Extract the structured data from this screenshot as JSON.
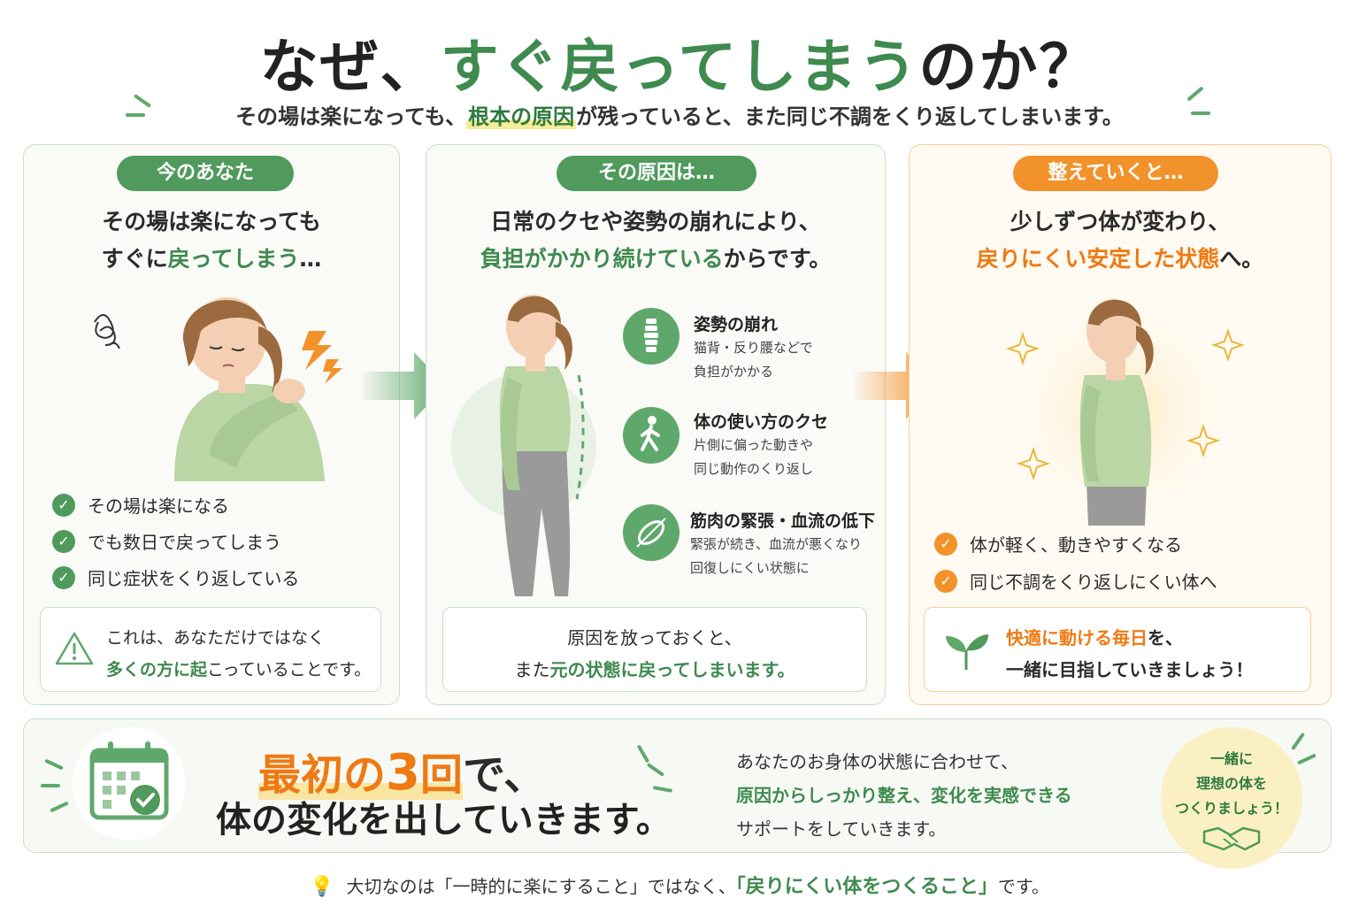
{
  "header": {
    "title_pre": "なぜ、",
    "title_highlight": "すぐ戻ってしまう",
    "title_post": "のか？",
    "subtitle_pre": "その場は楽になっても、",
    "subtitle_mark": "根本の原因",
    "subtitle_post": "が残っていると、また同じ不調をくり返してしまいます。"
  },
  "card1": {
    "pill": "今のあなた",
    "line1": "その場は楽になっても",
    "line2_pre": "すぐに",
    "line2_hl": "戻ってしまう",
    "line2_post": "…",
    "checks": [
      "その場は楽になる",
      "でも数日で戻ってしまう",
      "同じ症状をくり返している"
    ],
    "note_line1": "これは、あなただけではなく",
    "note_line2_hl": "多くの方に起",
    "note_line2_post": "こっていることです。"
  },
  "card2": {
    "pill": "その原因は…",
    "line1": "日常のクセや姿勢の崩れにより、",
    "line2_hl": "負担がかかり続けている",
    "line2_post": "からです。",
    "causes": [
      {
        "title": "姿勢の崩れ",
        "desc1": "猫背・反り腰などで",
        "desc2": "負担がかかる",
        "icon": "spine-icon"
      },
      {
        "title": "体の使い方のクセ",
        "desc1": "片側に偏った動きや",
        "desc2": "同じ動作のくり返し",
        "icon": "walking-person-icon"
      },
      {
        "title": "筋肉の緊張・血流の低下",
        "desc1": "緊張が続き、血流が悪くなり",
        "desc2": "回復しにくい状態に",
        "icon": "muscle-icon"
      }
    ],
    "note_line1": "原因を放っておくと、",
    "note_line2_pre": "また",
    "note_line2_hl": "元の状態に戻ってしまいます。"
  },
  "card3": {
    "pill": "整えていくと…",
    "line1": "少しずつ体が変わり、",
    "line2_hl": "戻りにくい安定した状態",
    "line2_post": "へ。",
    "checks": [
      "体が軽く、動きやすくなる",
      "同じ不調をくり返しにくい体へ"
    ],
    "note_line1_hl": "快適に動ける毎日",
    "note_line1_post": "を、",
    "note_line2": "一緒に目指していきましょう！"
  },
  "banner": {
    "big_pre": "最初の",
    "big_num": "3",
    "big_kai": "回",
    "big_post": "で、",
    "big_line2": "体の変化を出していきます。",
    "mid_line1": "あなたのお身体の状態に合わせて、",
    "mid_line2": "原因からしっかり整え、変化を実感できる",
    "mid_line3": "サポートをしていきます。",
    "cta_line1": "一緒に",
    "cta_line2": "理想の体を",
    "cta_line3": "つくりましょう！"
  },
  "footer": {
    "pre": "大切なのは「一時的に楽にすること」ではなく、",
    "hl": "「戻りにくい体をつくること」",
    "post": "です。"
  },
  "colors": {
    "green": "#4f9a5c",
    "orange": "#f2922b",
    "dark_green_text": "#3f8a4f"
  }
}
